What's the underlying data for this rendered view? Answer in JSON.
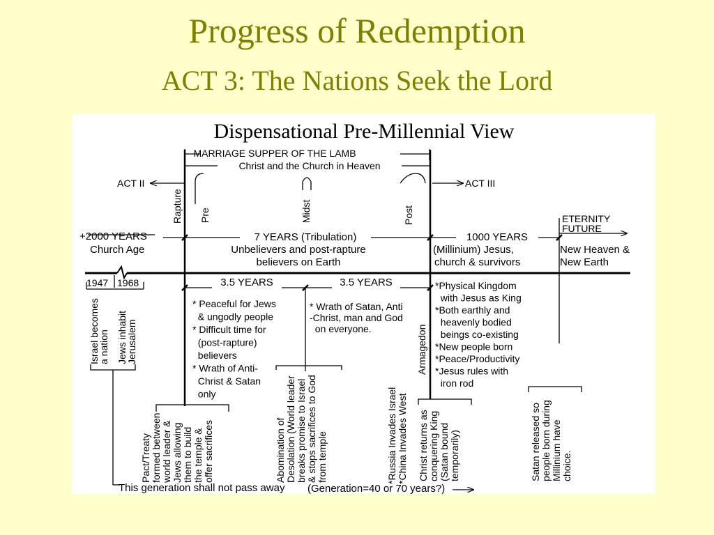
{
  "slide": {
    "title": "Progress of Redemption",
    "subtitle": "ACT 3:   The Nations Seek the Lord"
  },
  "diagram": {
    "heading": "Dispensational Pre-Millennial View",
    "marriage_supper": "MARRIAGE SUPPER OF THE LAMB",
    "christ_church_heaven": "Christ and the Church in Heaven",
    "act2": "ACT II",
    "act3": "ACT III",
    "rapture": "Rapture",
    "pre": "Pre",
    "midst": "Midst",
    "post": "Post",
    "eternity": "ETERNITY",
    "future": "FUTURE",
    "years2000": "+2000 YEARS",
    "church_age": "Church Age",
    "seven_years": "7 YEARS (Tribulation)",
    "unbelievers_1": "Unbelievers and post-rapture",
    "unbelievers_2": "believers on Earth",
    "years1000": "1000 YEARS",
    "millennium_1": "(Millinium)  Jesus,",
    "millennium_2": "church &  survivors",
    "new_heaven_1": "New Heaven &",
    "new_heaven_2": "New Earth",
    "year1947": "1947",
    "year1968": "1968",
    "half_a": "3.5 YEARS",
    "half_b": "3.5 YEARS",
    "israel_1": "Israel becomes",
    "israel_2": "a nation",
    "jews_1": "Jews inhabit",
    "jews_2": "Jerusalem",
    "first_half": [
      "* Peaceful for Jews",
      "  & ungodly people",
      "* Difficult time for",
      "  (post-rapture)",
      "  believers",
      "* Wrath of Anti-",
      "  Christ & Satan",
      "  only"
    ],
    "second_half": [
      "* Wrath of Satan, Anti",
      "-Christ, man and God",
      "  on everyone."
    ],
    "armageddon": "Armagedon",
    "kingdom": [
      "*Physical Kingdom",
      "  with Jesus as King",
      "*Both earthly and",
      "  heavenly bodied",
      "  beings co-existing",
      "*New people born",
      "*Peace/Productivity",
      "*Jesus rules with",
      "  iron rod"
    ],
    "pact": [
      "Pact/Treaty",
      "formed between",
      "world leader &",
      "Jews allowing",
      "them to build",
      "the temple &",
      "offer sacrifices"
    ],
    "abomination": [
      "Abomination of",
      "Desolation (World leader",
      "breaks promise to Israel",
      "& stops sacrifices to God",
      "from temple"
    ],
    "russia": [
      "*Russia Invades Israel",
      "*China Invades West"
    ],
    "christ_returns": [
      "Christ returns as",
      "conquering King",
      "(Satan bound",
      "temporarily)"
    ],
    "satan_released": [
      "Satan released so",
      "people born during",
      "Millinium have",
      "choice."
    ],
    "generation": "This generation shall not pass away",
    "generation_note": "(Generation=40 or 70 years?)"
  }
}
